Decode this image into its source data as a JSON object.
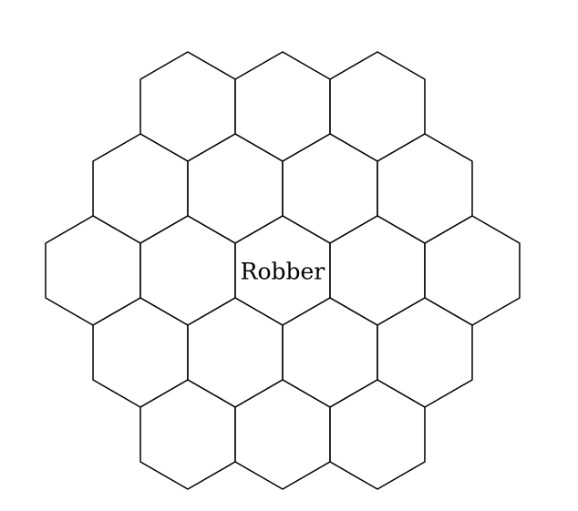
{
  "board": {
    "rows": [
      3,
      4,
      5,
      4,
      3
    ],
    "tiles": [
      {
        "row": 0,
        "col": 0,
        "label": ""
      },
      {
        "row": 0,
        "col": 1,
        "label": ""
      },
      {
        "row": 0,
        "col": 2,
        "label": ""
      },
      {
        "row": 1,
        "col": 0,
        "label": ""
      },
      {
        "row": 1,
        "col": 1,
        "label": ""
      },
      {
        "row": 1,
        "col": 2,
        "label": ""
      },
      {
        "row": 1,
        "col": 3,
        "label": ""
      },
      {
        "row": 2,
        "col": 0,
        "label": ""
      },
      {
        "row": 2,
        "col": 1,
        "label": ""
      },
      {
        "row": 2,
        "col": 2,
        "label": "Robber"
      },
      {
        "row": 2,
        "col": 3,
        "label": ""
      },
      {
        "row": 2,
        "col": 4,
        "label": ""
      },
      {
        "row": 3,
        "col": 0,
        "label": ""
      },
      {
        "row": 3,
        "col": 1,
        "label": ""
      },
      {
        "row": 3,
        "col": 2,
        "label": ""
      },
      {
        "row": 3,
        "col": 3,
        "label": ""
      },
      {
        "row": 4,
        "col": 0,
        "label": ""
      },
      {
        "row": 4,
        "col": 1,
        "label": ""
      },
      {
        "row": 4,
        "col": 2,
        "label": ""
      }
    ],
    "stroke_color": "#000000",
    "fill_color": "#ffffff"
  }
}
